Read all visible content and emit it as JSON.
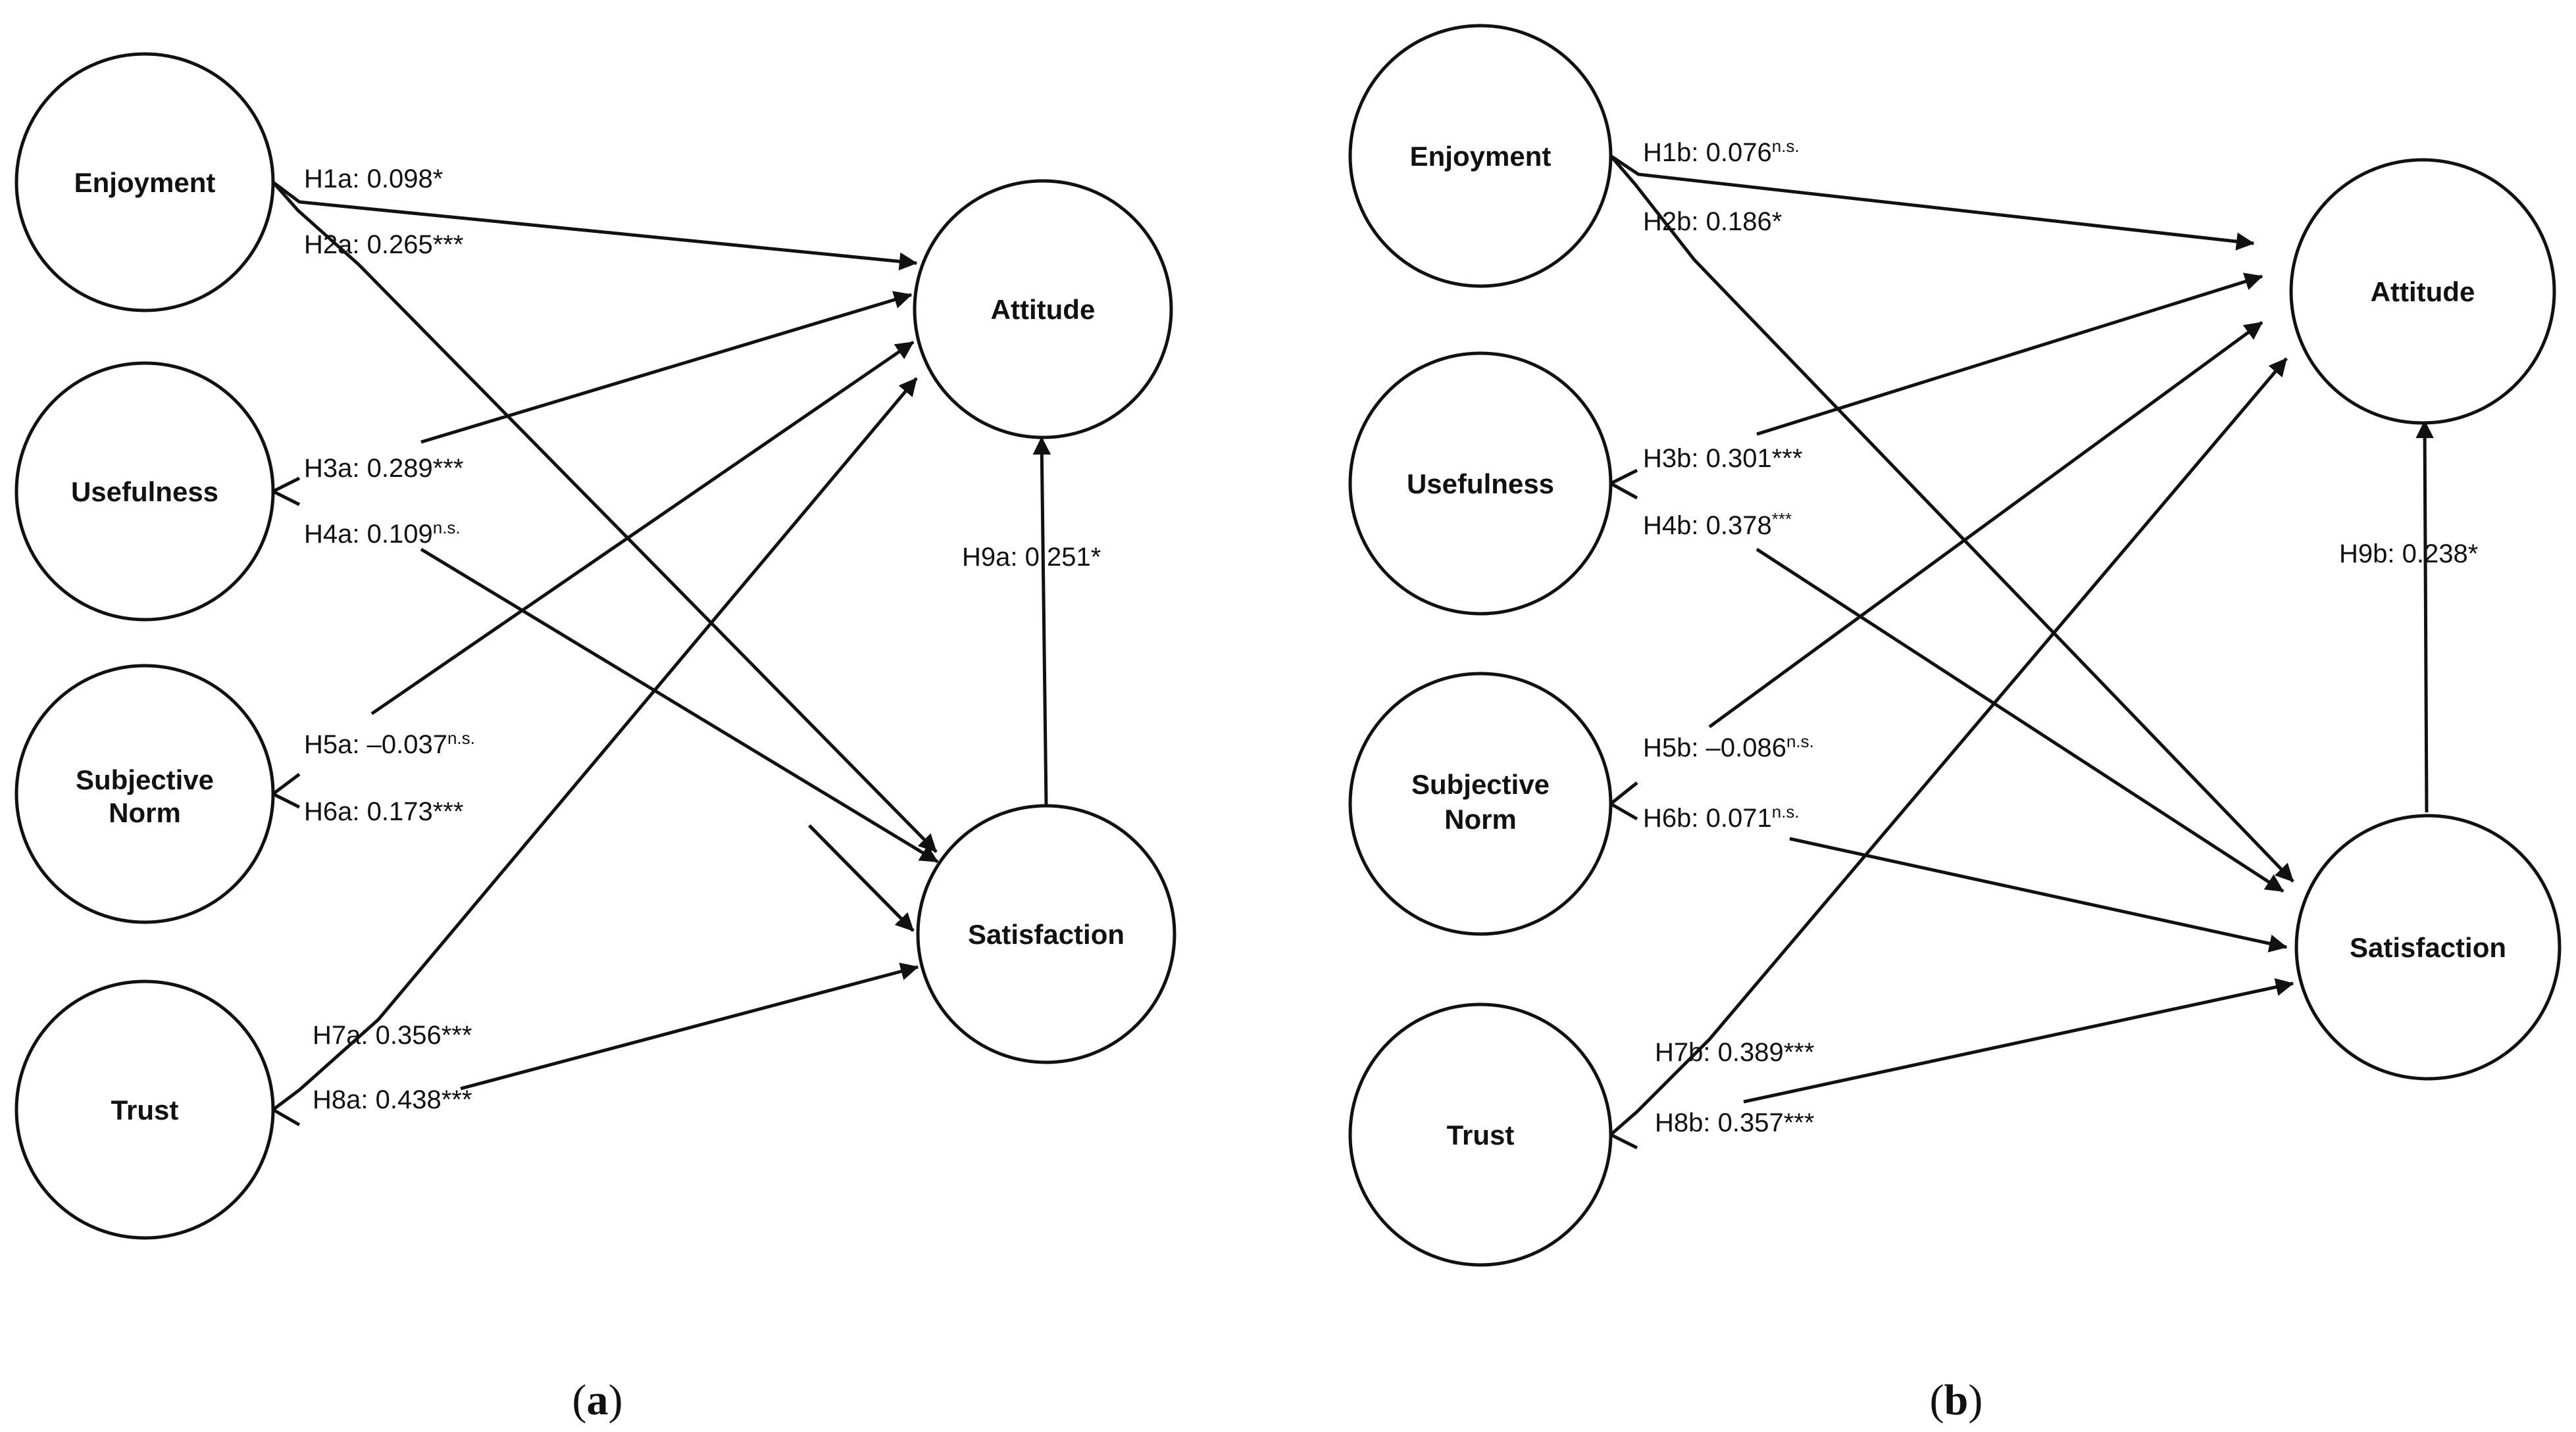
{
  "panels": [
    {
      "caption_letter": "a",
      "nodes": {
        "enjoyment": "Enjoyment",
        "usefulness": "Usefulness",
        "subjective_norm_line1": "Subjective",
        "subjective_norm_line2": "Norm",
        "trust": "Trust",
        "attitude": "Attitude",
        "satisfaction": "Satisfaction"
      },
      "paths": [
        {
          "id": "H1a",
          "from": "Enjoyment",
          "to": "Attitude",
          "coef": "0.098",
          "sig": "*"
        },
        {
          "id": "H2a",
          "from": "Enjoyment",
          "to": "Satisfaction",
          "coef": "0.265",
          "sig": "***"
        },
        {
          "id": "H3a",
          "from": "Usefulness",
          "to": "Attitude",
          "coef": "0.289",
          "sig": "***"
        },
        {
          "id": "H4a",
          "from": "Usefulness",
          "to": "Satisfaction",
          "coef": "0.109",
          "sig": "n.s."
        },
        {
          "id": "H5a",
          "from": "Subjective Norm",
          "to": "Attitude",
          "coef": "–0.037",
          "sig": "n.s."
        },
        {
          "id": "H6a",
          "from": "Subjective Norm",
          "to": "Satisfaction",
          "coef": "0.173",
          "sig": "***"
        },
        {
          "id": "H7a",
          "from": "Trust",
          "to": "Attitude",
          "coef": "0.356",
          "sig": "***"
        },
        {
          "id": "H8a",
          "from": "Trust",
          "to": "Satisfaction",
          "coef": "0.438",
          "sig": "***"
        },
        {
          "id": "H9a",
          "from": "Satisfaction",
          "to": "Attitude",
          "coef": "0.251",
          "sig": "*"
        }
      ]
    },
    {
      "caption_letter": "b",
      "nodes": {
        "enjoyment": "Enjoyment",
        "usefulness": "Usefulness",
        "subjective_norm_line1": "Subjective",
        "subjective_norm_line2": "Norm",
        "trust": "Trust",
        "attitude": "Attitude",
        "satisfaction": "Satisfaction"
      },
      "paths": [
        {
          "id": "H1b",
          "from": "Enjoyment",
          "to": "Attitude",
          "coef": "0.076",
          "sig": "n.s."
        },
        {
          "id": "H2b",
          "from": "Enjoyment",
          "to": "Satisfaction",
          "coef": "0.186",
          "sig": "*"
        },
        {
          "id": "H3b",
          "from": "Usefulness",
          "to": "Attitude",
          "coef": "0.301",
          "sig": "***"
        },
        {
          "id": "H4b",
          "from": "Usefulness",
          "to": "Satisfaction",
          "coef": "0.378",
          "sig": "***"
        },
        {
          "id": "H5b",
          "from": "Subjective Norm",
          "to": "Attitude",
          "coef": "–0.086",
          "sig": "n.s."
        },
        {
          "id": "H6b",
          "from": "Subjective Norm",
          "to": "Satisfaction",
          "coef": "0.071",
          "sig": "n.s."
        },
        {
          "id": "H7b",
          "from": "Trust",
          "to": "Attitude",
          "coef": "0.389",
          "sig": "***"
        },
        {
          "id": "H8b",
          "from": "Trust",
          "to": "Satisfaction",
          "coef": "0.357",
          "sig": "***"
        },
        {
          "id": "H9b",
          "from": "Satisfaction",
          "to": "Attitude",
          "coef": "0.238",
          "sig": "*"
        }
      ]
    }
  ]
}
